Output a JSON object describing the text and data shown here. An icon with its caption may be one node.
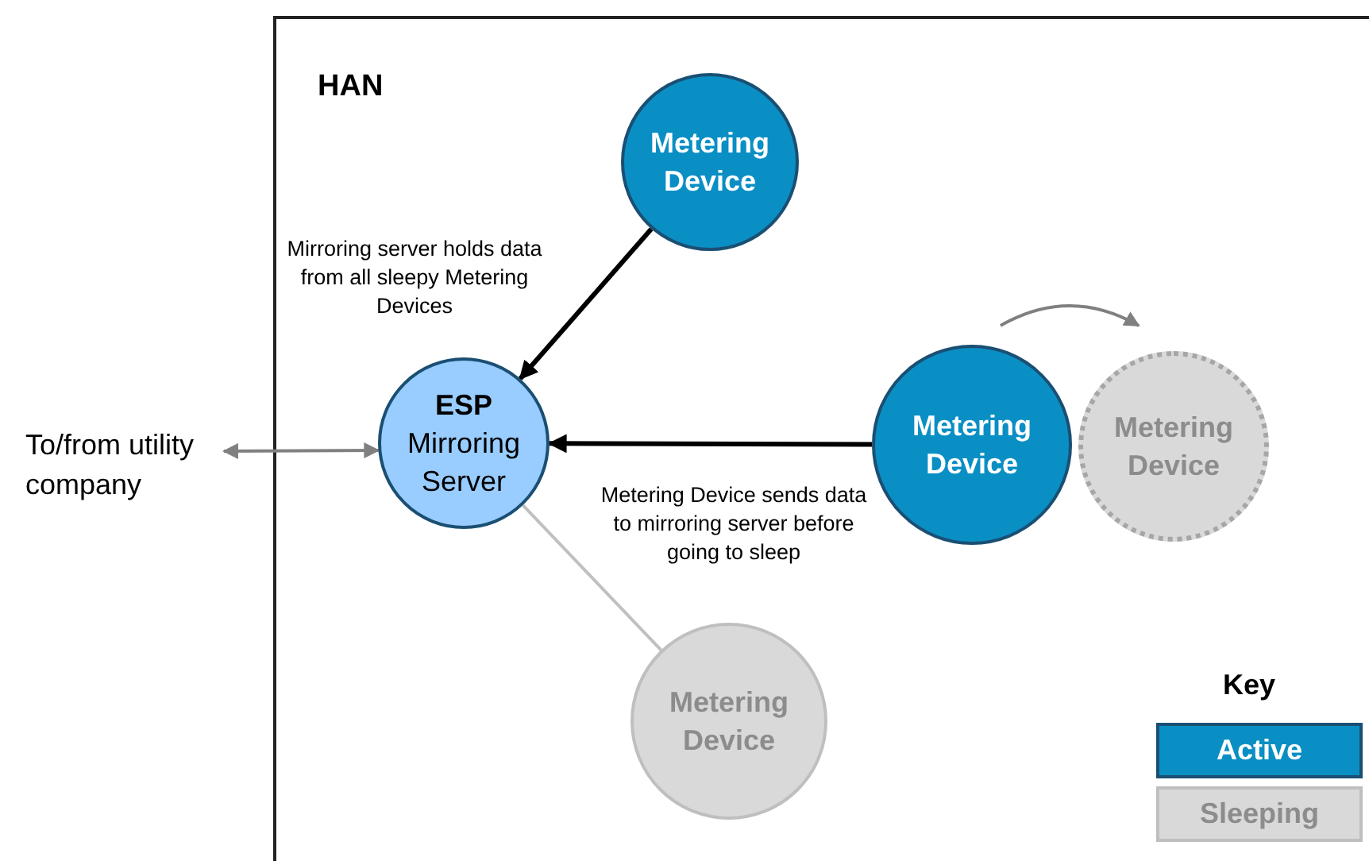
{
  "diagram": {
    "nodes": [
      {
        "text": [
          "HAN"
        ]
      },
      {
        "text": [
          "Metering Device"
        ],
        "in": 0
      },
      {
        "text": [
          "ESP",
          "Mirroring Server"
        ],
        "in": 0
      },
      {
        "text": [
          "Metering Device"
        ],
        "in": 0
      },
      {
        "text": [
          "Metering Device"
        ],
        "in": 0
      },
      {
        "text": [
          "Metering Device"
        ],
        "in": 0
      },
      {
        "text": [
          "To/from utility company"
        ]
      }
    ],
    "edges": [
      {
        "from": 1,
        "to": 2,
        "arrow": "to"
      },
      {
        "from": 3,
        "to": 2,
        "arrow": "to"
      },
      {
        "from": 5,
        "to": 2,
        "arrow": "none",
        "color": "#c0c0c0"
      },
      {
        "from": 6,
        "to": 2,
        "arrow": "both",
        "color": "#808080"
      },
      {
        "from": 3,
        "to": 4,
        "arrow": "to",
        "color": "#808080"
      }
    ],
    "labels": [
      "Mirroring server holds data from all sleepy Metering Devices",
      "Metering Device sends data to mirroring server before going to sleep",
      "Key"
    ],
    "legend": [
      {
        "text": "Active",
        "color": "#0a8fc4"
      },
      {
        "text": "Sleeping",
        "color": "#d9d9d9"
      }
    ]
  }
}
